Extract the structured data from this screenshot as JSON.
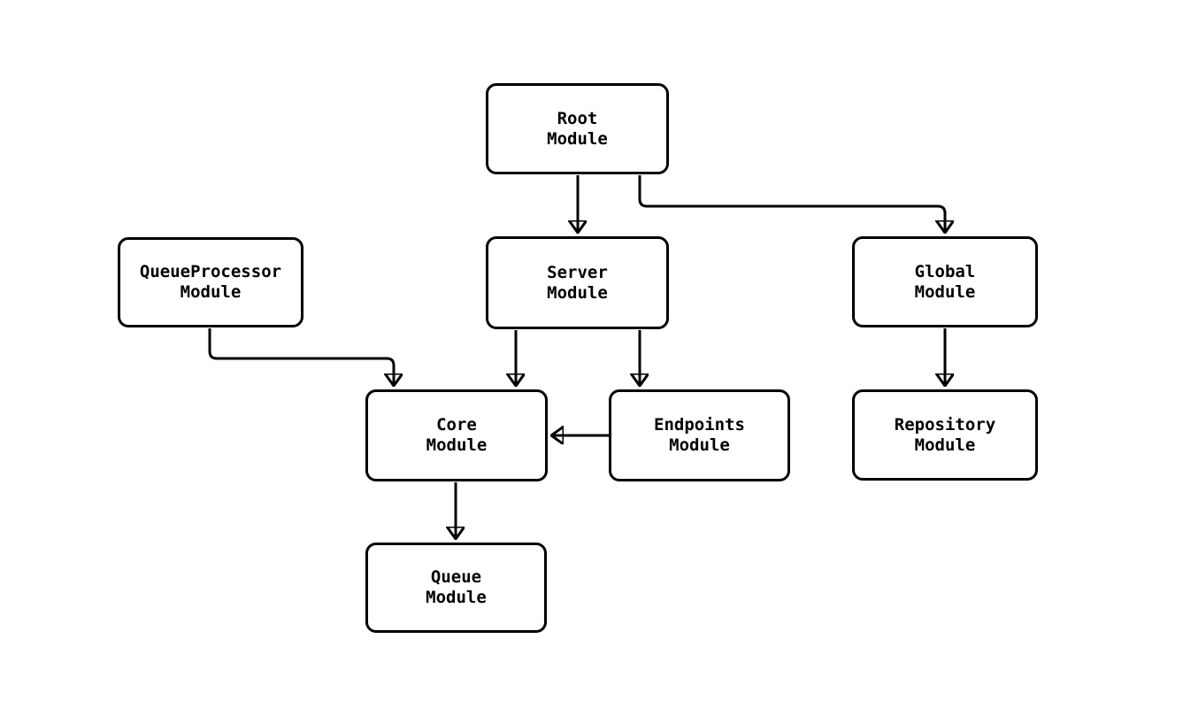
{
  "diagram": {
    "type": "module-dependency-graph",
    "colors": {
      "background": "#ffffff",
      "node_fill": "#ffffff",
      "node_border": "#000000",
      "edge": "#000000",
      "text": "#000000"
    },
    "nodes": [
      {
        "id": "root-module",
        "label": "Root\nModule"
      },
      {
        "id": "queueprocessor-module",
        "label": "QueueProcessor\nModule"
      },
      {
        "id": "server-module",
        "label": "Server\nModule"
      },
      {
        "id": "global-module",
        "label": "Global\nModule"
      },
      {
        "id": "core-module",
        "label": "Core\nModule"
      },
      {
        "id": "endpoints-module",
        "label": "Endpoints\nModule"
      },
      {
        "id": "repository-module",
        "label": "Repository\nModule"
      },
      {
        "id": "queue-module",
        "label": "Queue\nModule"
      }
    ],
    "edges": [
      {
        "from": "Root Module",
        "to": "Server Module"
      },
      {
        "from": "Root Module",
        "to": "Global Module"
      },
      {
        "from": "QueueProcessor Module",
        "to": "Core Module"
      },
      {
        "from": "Server Module",
        "to": "Core Module"
      },
      {
        "from": "Server Module",
        "to": "Endpoints Module"
      },
      {
        "from": "Endpoints Module",
        "to": "Core Module"
      },
      {
        "from": "Global Module",
        "to": "Repository Module"
      },
      {
        "from": "Core Module",
        "to": "Queue Module"
      }
    ]
  }
}
